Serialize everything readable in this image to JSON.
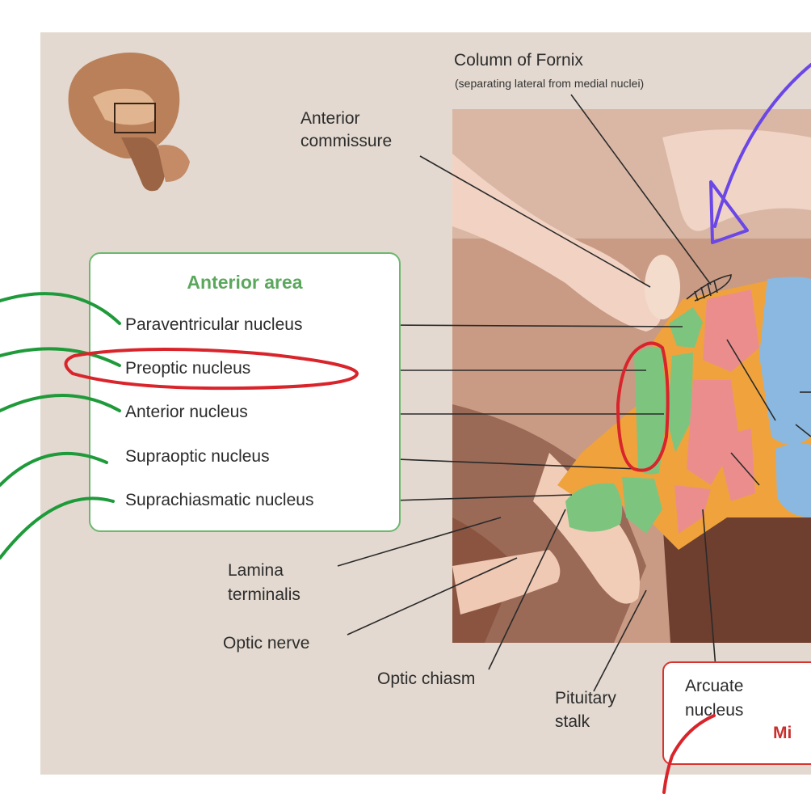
{
  "labels": {
    "column_fornix": "Column of Fornix",
    "column_fornix_sub": "(separating lateral from medial nuclei)",
    "anterior_commissure_1": "Anterior",
    "anterior_commissure_2": "commissure",
    "anterior_area_title": "Anterior area",
    "paraventricular": "Paraventricular nucleus",
    "preoptic": "Preoptic nucleus",
    "anterior_nucleus": "Anterior nucleus",
    "supraoptic": "Supraoptic nucleus",
    "suprachiasmatic": "Suprachiasmatic nucleus",
    "lamina_1": "Lamina",
    "lamina_2": "terminalis",
    "optic_nerve": "Optic nerve",
    "optic_chiasm": "Optic chiasm",
    "pituitary_1": "Pituitary",
    "pituitary_2": "stalk",
    "arcuate_1": "Arcuate",
    "arcuate_2": "nucleus",
    "middle_area_partial": "Mi"
  },
  "colors": {
    "panel_bg": "#e3d9d0",
    "anterior_green": "#7dc47f",
    "medial_pink": "#ec8d8d",
    "blue_nuclei": "#8ab8e0",
    "orange_outline": "#f0a33c",
    "annotation_green": "#1f9a3a",
    "annotation_red": "#d8242a",
    "annotation_purple": "#6a47e6"
  }
}
